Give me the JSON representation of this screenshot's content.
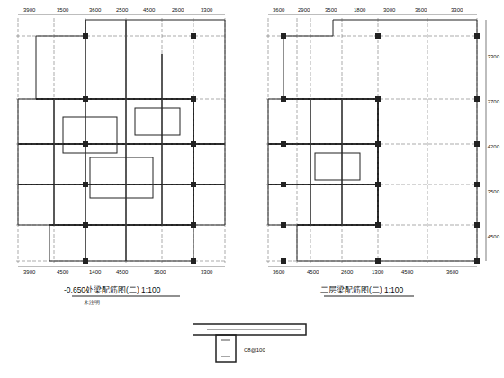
{
  "diagram": {
    "labels": [
      "-0.650处梁配筋图(二) 1:100",
      "未注明",
      "二层梁配筋图(二) 1:100",
      "3900",
      "3500",
      "3600",
      "2500",
      "4500",
      "2600",
      "3300",
      "3900",
      "4500",
      "1400",
      "4500",
      "3600",
      "3300",
      "3600",
      "2900",
      "3500",
      "1800",
      "3000",
      "3600",
      "3300",
      "3600",
      "4500",
      "2600",
      "1300",
      "4500",
      "3600",
      "3300",
      "2700",
      "4200",
      "3500",
      "4500",
      "C8@100"
    ]
  }
}
